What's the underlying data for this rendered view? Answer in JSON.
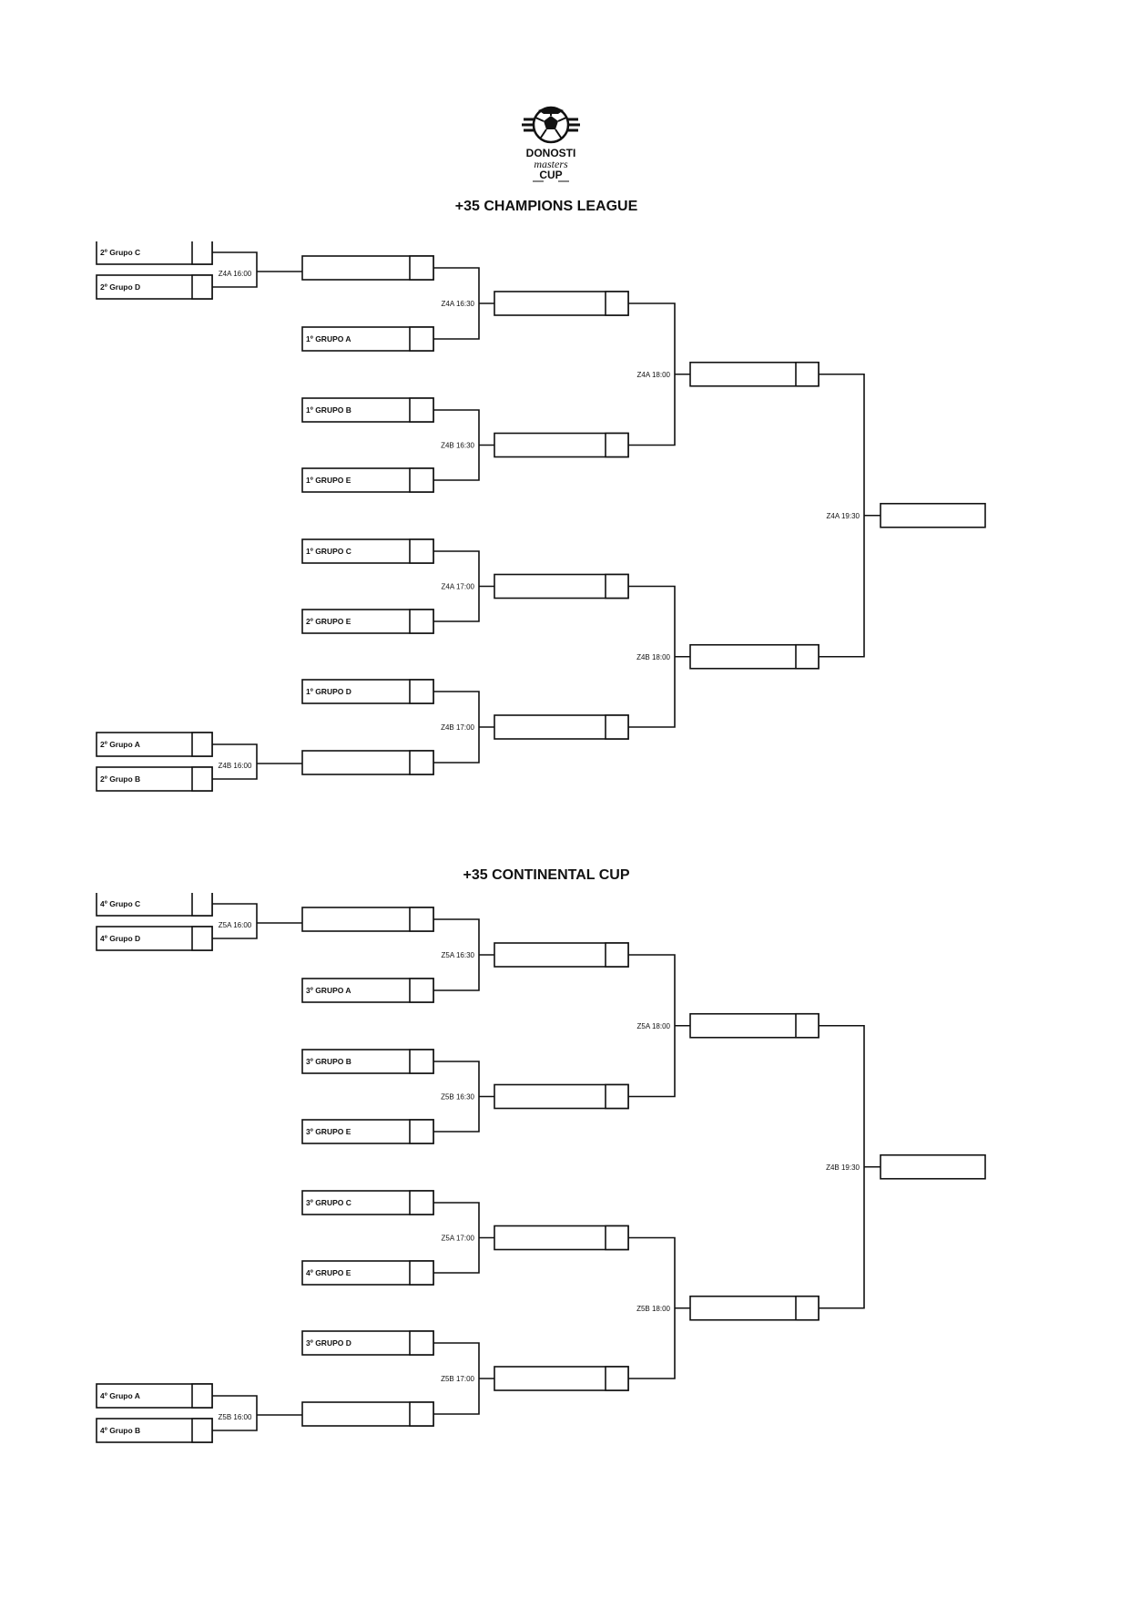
{
  "logo": {
    "line1": "DONOSTI",
    "line2": "masters",
    "line3": "CUP"
  },
  "brackets": [
    {
      "title": "+35 CHAMPIONS LEAGUE",
      "playin": [
        {
          "top": "2º Grupo C",
          "bottom": "2º Grupo D",
          "label": "Z4A 16:00"
        },
        {
          "top": "2º Grupo A",
          "bottom": "2º Grupo B",
          "label": "Z4B 16:00"
        }
      ],
      "r1": [
        {
          "top": "",
          "bottom": "1º GRUPO A",
          "label": "Z4A 16:30"
        },
        {
          "top": "1º GRUPO B",
          "bottom": "1º GRUPO E",
          "label": "Z4B 16:30"
        },
        {
          "top": "1º GRUPO C",
          "bottom": "2º GRUPO E",
          "label": "Z4A 17:00"
        },
        {
          "top": "1º GRUPO D",
          "bottom": "",
          "label": "Z4B 17:00"
        }
      ],
      "r2": [
        {
          "label": "Z4A 18:00"
        },
        {
          "label": "Z4B 18:00"
        }
      ],
      "final": {
        "label": "Z4A 19:30"
      }
    },
    {
      "title": "+35 CONTINENTAL CUP",
      "playin": [
        {
          "top": "4º Grupo C",
          "bottom": "4º Grupo D",
          "label": "Z5A 16:00"
        },
        {
          "top": "4º Grupo A",
          "bottom": "4º Grupo B",
          "label": "Z5B 16:00"
        }
      ],
      "r1": [
        {
          "top": "",
          "bottom": "3º GRUPO A",
          "label": "Z5A 16:30"
        },
        {
          "top": "3º GRUPO B",
          "bottom": "3º GRUPO E",
          "label": "Z5B 16:30"
        },
        {
          "top": "3º GRUPO C",
          "bottom": "4º GRUPO E",
          "label": "Z5A 17:00"
        },
        {
          "top": "3º GRUPO D",
          "bottom": "",
          "label": "Z5B 17:00"
        }
      ],
      "r2": [
        {
          "label": "Z5A 18:00"
        },
        {
          "label": "Z5B 18:00"
        }
      ],
      "final": {
        "label": "Z4B 19:30"
      }
    }
  ]
}
